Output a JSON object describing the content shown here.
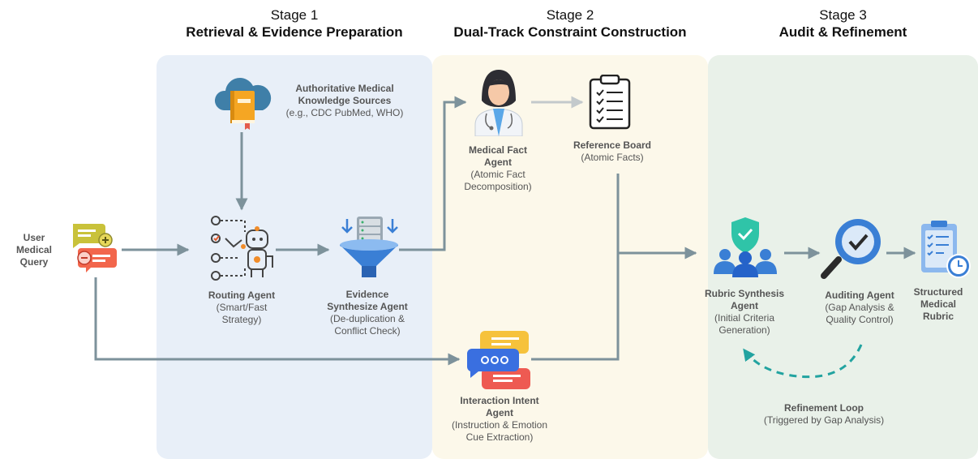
{
  "stages": [
    {
      "num": "Stage 1",
      "title": "Retrieval & Evidence Preparation"
    },
    {
      "num": "Stage 2",
      "title": "Dual-Track Constraint Construction"
    },
    {
      "num": "Stage 3",
      "title": "Audit & Refinement"
    }
  ],
  "user_query": {
    "l1": "User",
    "l2": "Medical",
    "l3": "Query"
  },
  "knowledge": {
    "t1": "Authoritative Medical",
    "t2": "Knowledge Sources",
    "sub": "(e.g., CDC PubMed, WHO)"
  },
  "routing": {
    "title": "Routing Agent",
    "s1": "(Smart/Fast",
    "s2": "Strategy)"
  },
  "evidence": {
    "t1": "Evidence",
    "t2": "Synthesize Agent",
    "s1": "(De-duplication &",
    "s2": "Conflict Check)"
  },
  "medfact": {
    "t1": "Medical Fact",
    "t2": "Agent",
    "s1": "(Atomic Fact",
    "s2": "Decomposition)"
  },
  "refboard": {
    "title": "Reference Board",
    "sub": "(Atomic Facts)"
  },
  "interaction": {
    "t1": "Interaction Intent",
    "t2": "Agent",
    "s1": "(Instruction & Emotion",
    "s2": "Cue Extraction)"
  },
  "rubric_synth": {
    "t1": "Rubric Synthesis",
    "t2": "Agent",
    "s1": "(Initial Criteria",
    "s2": "Generation)"
  },
  "auditing": {
    "title": "Auditing Agent",
    "s1": "(Gap Analysis &",
    "s2": "Quality Control)"
  },
  "structured": {
    "l1": "Structured",
    "l2": "Medical",
    "l3": "Rubric"
  },
  "loop": {
    "title": "Refinement Loop",
    "sub": "(Triggered by Gap Analysis)"
  },
  "colors": {
    "arrow": "#7d929b",
    "teal": "#22a3a0",
    "blue": "#3a7fd5",
    "orange": "#f3a33b",
    "red": "#ee5a52"
  },
  "icons": [
    "cloud-book-icon",
    "robot-router-icon",
    "server-funnel-icon",
    "doctor-icon",
    "clipboard-icon",
    "chat-bubbles-icon",
    "shield-team-icon",
    "magnifier-check-icon",
    "report-clock-icon",
    "query-messages-icon"
  ]
}
